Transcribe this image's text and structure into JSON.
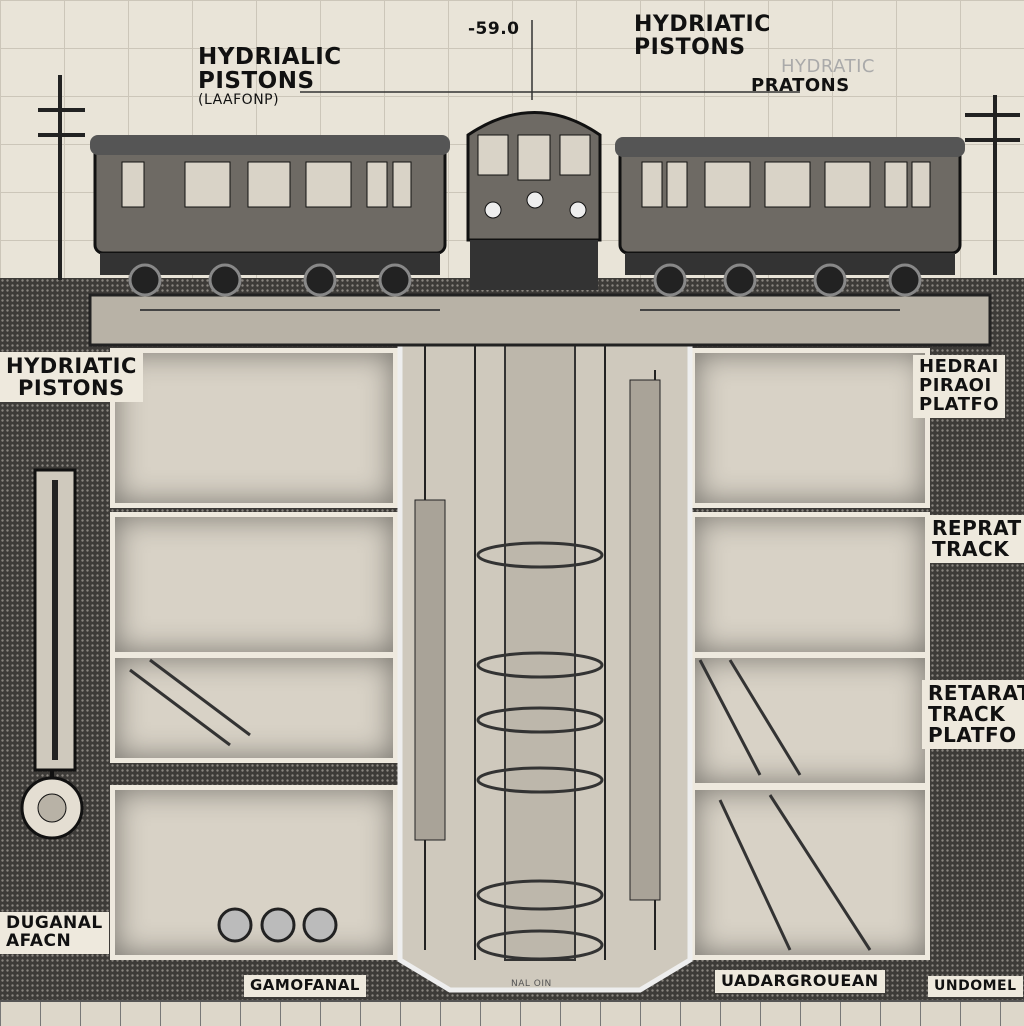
{
  "labels": {
    "top_measure": "-59.0",
    "top_center": {
      "line1": "HYDRIATIC",
      "line2": "PISTONS"
    },
    "top_left": {
      "line1": "HYDRIALIC",
      "line2": "PISTONS",
      "line3": "(LAAFONP)"
    },
    "top_right": {
      "faded": "HYDRATIC",
      "line1": "PRATONS"
    },
    "mid_left": {
      "line1": "HYDRIATIC",
      "line2": "PISTONS"
    },
    "right_1": {
      "line1": "HEDRAI",
      "line2": "PIRAOI",
      "line3": "PLATFO"
    },
    "right_2": {
      "line1": "REPRAT",
      "line2": "TRACK"
    },
    "right_3": {
      "line1": "RETARAT",
      "line2": "TRACK",
      "line3": "PLATFO"
    },
    "bottom_left": {
      "line1": "DUGANAL",
      "line2": "AFACN"
    },
    "bottom_center_left": "GAMOFANAL",
    "bottom_shaft": "NAL OIN",
    "bottom_right": "UADARGROUEAN",
    "bottom_far_right": "UNDOMEL"
  },
  "colors": {
    "paper": "#e9e4d8",
    "ground": "#3d3b38",
    "ink": "#111111",
    "train": "#6e6a64"
  }
}
